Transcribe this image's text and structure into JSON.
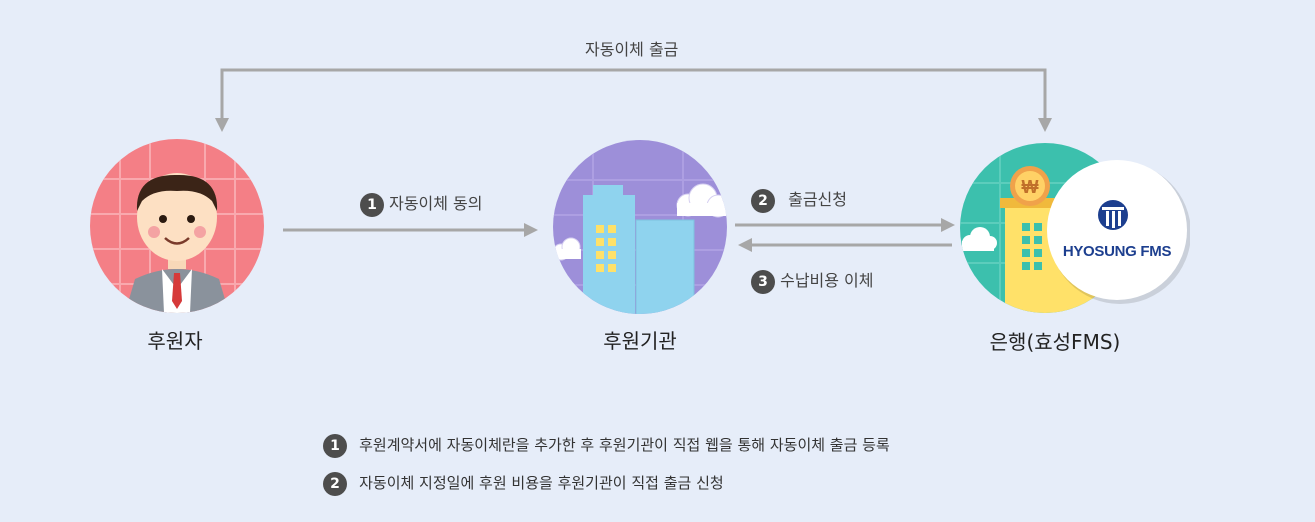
{
  "top_flow": {
    "label": "자동이체 출금"
  },
  "nodes": {
    "donor": {
      "label": "후원자"
    },
    "org": {
      "label": "후원기관"
    },
    "bank": {
      "label": "은행(효성FMS)",
      "logo_text": "HYOSUNG FMS",
      "coin_symbol": "₩"
    }
  },
  "steps": [
    {
      "num": "1",
      "label": "자동이체 동의"
    },
    {
      "num": "2",
      "label": "출금신청"
    },
    {
      "num": "3",
      "label": "수납비용 이체"
    }
  ],
  "notes": [
    {
      "num": "1",
      "text": "후원계약서에 자동이체란을 추가한 후 후원기관이 직접 웹을 통해 자동이체 출금 등록"
    },
    {
      "num": "2",
      "text": "자동이체 지정일에 후원 비용을 후원기관이 직접 출금 신청"
    }
  ],
  "colors": {
    "arrow": "#a7a7a7",
    "badge": "#4d4d4d",
    "donor_bg": "#f47f86",
    "org_bg": "#9d8fd9",
    "bank_bg": "#3cc0ad",
    "logo_blue": "#1d3f8f"
  }
}
